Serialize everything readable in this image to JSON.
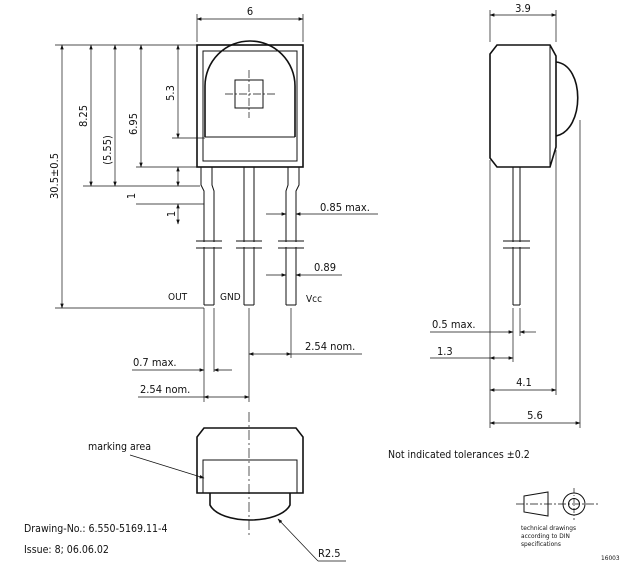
{
  "dimensions": {
    "front_width": "6",
    "side_width": "3.9",
    "dome_height": "5.3",
    "body_height": "8.25",
    "lead_start": "6.95",
    "lens_center": "(5.55)",
    "total_height": "30.5±0.5",
    "shoulder_1a": "1",
    "shoulder_1b": "1",
    "lead_width_max": "0.85 max.",
    "lead_thickness": "0.89",
    "lead_pitch_right": "2.54 nom.",
    "lead_thickness_max": "0.7 max.",
    "lead_pitch_left": "2.54 nom.",
    "side_lead_max": "0.5 max.",
    "side_lead_offset": "1.3",
    "side_body_depth": "4.1",
    "side_total_depth": "5.6",
    "dome_radius": "R2.5"
  },
  "pins": {
    "out": "OUT",
    "gnd": "GND",
    "vcc": "Vcc"
  },
  "notes": {
    "marking_area": "marking area",
    "tolerances": "Not indicated tolerances ±0.2",
    "drawing_no": "Drawing-No.: 6.550-5169.11-4",
    "issue": "Issue: 8;  06.06.02",
    "din_line1": "technical drawings",
    "din_line2": "according to DIN",
    "din_line3": "specifications",
    "figure_code": "16003"
  }
}
